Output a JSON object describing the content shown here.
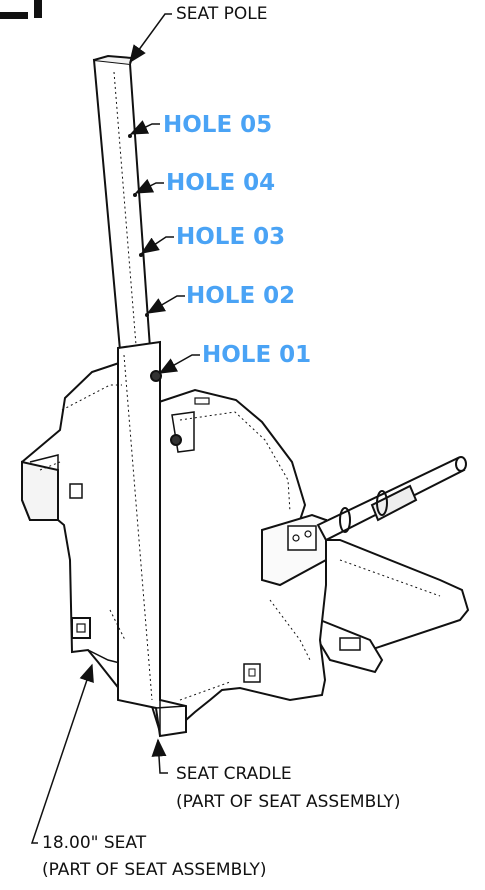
{
  "header_glyph": "_ I",
  "labels": {
    "seat_pole": "SEAT POLE",
    "seat_cradle": "SEAT CRADLE",
    "seat_cradle_note": "(PART OF SEAT ASSEMBLY)",
    "seat": "18.00\" SEAT",
    "seat_note": "(PART OF SEAT ASSEMBLY)"
  },
  "holes": [
    "HOLE 05",
    "HOLE 04",
    "HOLE 03",
    "HOLE 02",
    "HOLE 01"
  ],
  "colors": {
    "hole_label": "#4aa3f5",
    "line": "#111111"
  }
}
